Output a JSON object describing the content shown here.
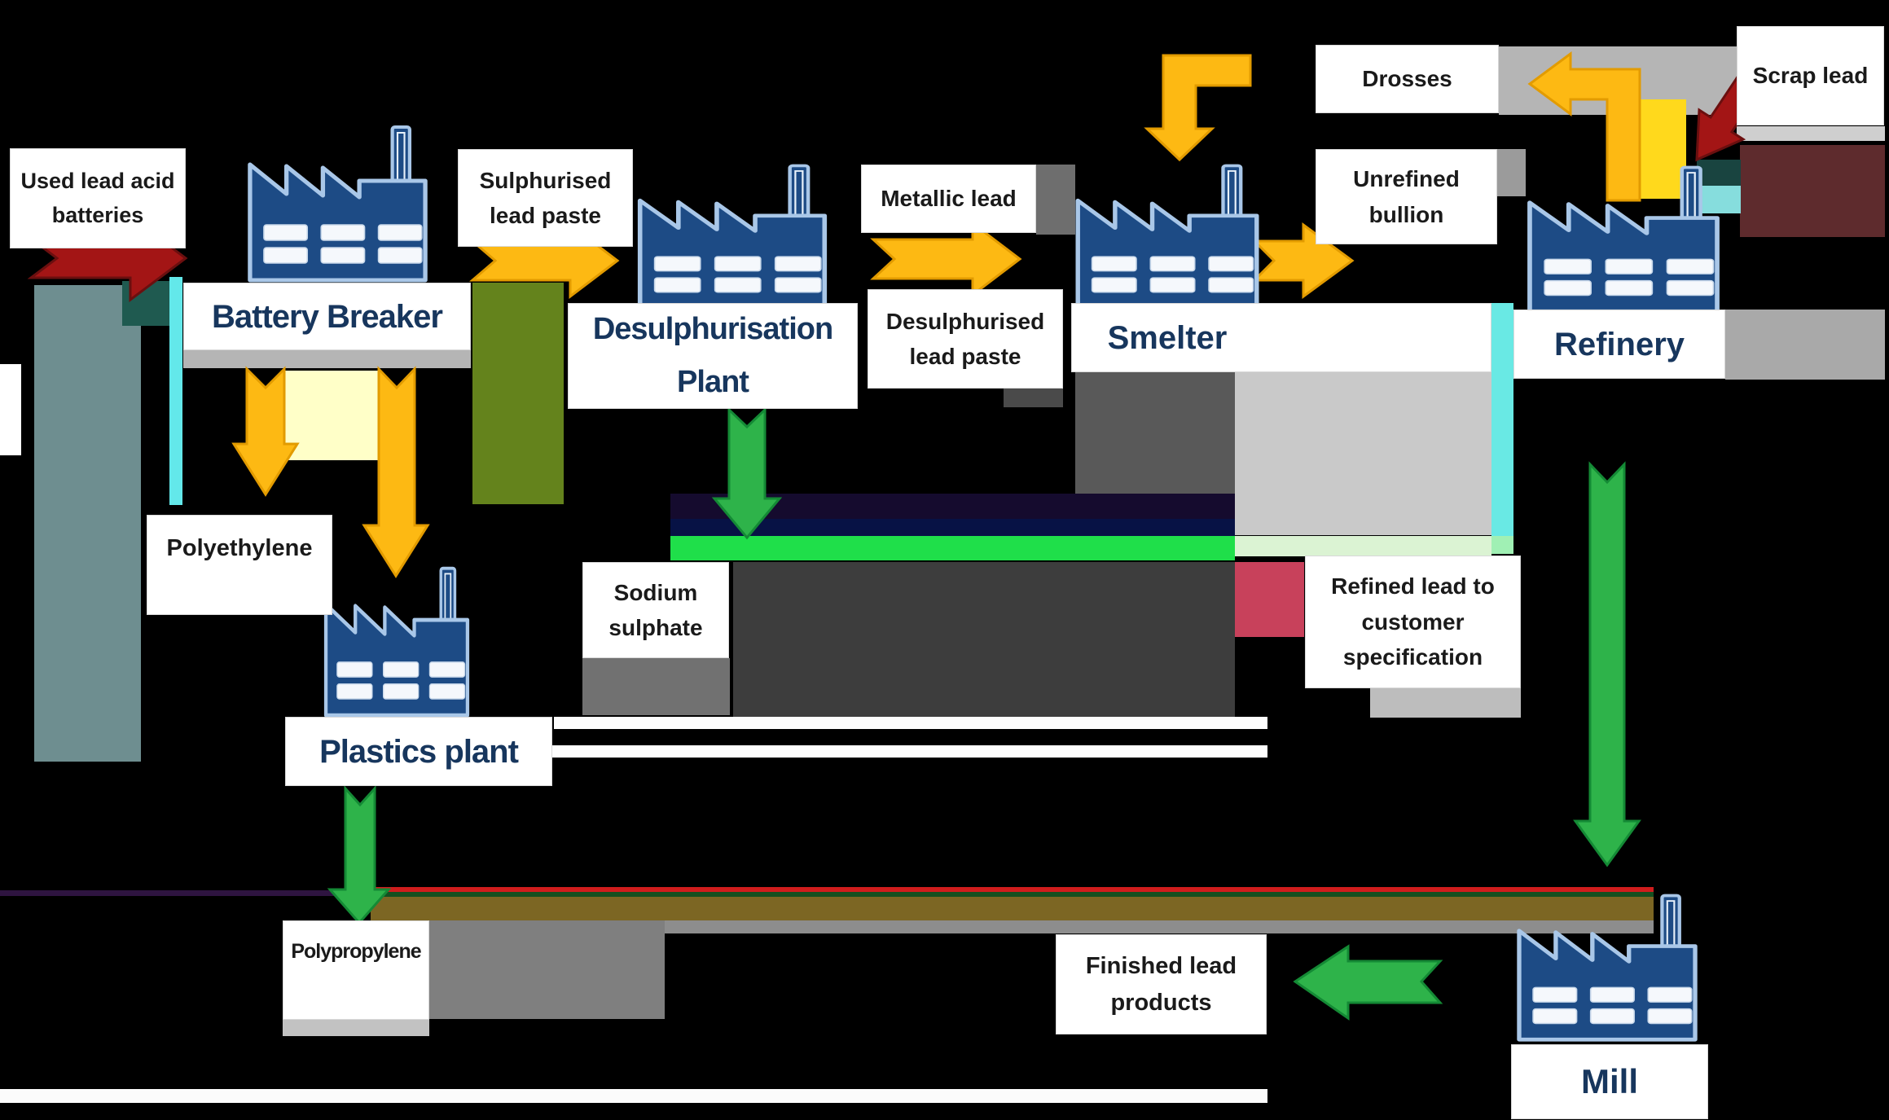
{
  "labels": {
    "used_batteries": "Used lead acid batteries",
    "battery_breaker": "Battery Breaker",
    "sulphurised_paste": "Sulphurised lead paste",
    "desulphurisation_plant": "Desulphurisation Plant",
    "metallic_lead": "Metallic lead",
    "desulphurised_paste": "Desulphurised lead paste",
    "smelter": "Smelter",
    "drosses": "Drosses",
    "unrefined_bullion": "Unrefined bullion",
    "refinery": "Refinery",
    "scrap_lead": "Scrap lead",
    "polyethylene": "Polyethylene",
    "plastics_plant": "Plastics plant",
    "sodium_sulphate": "Sodium sulphate",
    "refined_lead": "Refined lead to customer specification",
    "polypropylene": "Polypropylene",
    "finished_products": "Finished lead products",
    "mill": "Mill"
  },
  "flows": [
    {
      "from": "Used lead acid batteries",
      "to": "Battery Breaker",
      "color": "dark_red"
    },
    {
      "from": "Battery Breaker",
      "to": "Desulphurisation Plant",
      "label": "Sulphurised lead paste",
      "color": "yellow"
    },
    {
      "from": "Battery Breaker",
      "to": "Polyethylene",
      "color": "yellow"
    },
    {
      "from": "Battery Breaker",
      "to": "Plastics plant",
      "color": "yellow"
    },
    {
      "from": "Desulphurisation Plant",
      "to": "Smelter",
      "label": "Metallic lead / Desulphurised lead paste",
      "color": "yellow"
    },
    {
      "from": "Desulphurisation Plant",
      "to": "Sodium sulphate",
      "color": "green"
    },
    {
      "from": "Plastics plant",
      "to": "Polypropylene",
      "color": "green"
    },
    {
      "from": "Smelter",
      "to": "Refinery",
      "label": "Unrefined bullion",
      "color": "yellow"
    },
    {
      "from": "Refinery",
      "to": "Drosses",
      "color": "yellow"
    },
    {
      "from": "Drosses",
      "to": "Smelter",
      "color": "yellow"
    },
    {
      "from": "Scrap lead",
      "to": "Refinery",
      "color": "dark_red"
    },
    {
      "from": "Refinery",
      "to": "Mill",
      "label": "Refined lead to customer specification",
      "color": "green"
    },
    {
      "from": "Mill",
      "to": "Finished lead products",
      "color": "green"
    }
  ],
  "colors": {
    "background": "#000000",
    "box_background": "#ffffff",
    "navy_text": "#17365d",
    "black_text": "#1a1a1a",
    "factory_fill": "#1d4b85",
    "factory_outline": "#a9c7e8",
    "yellow_arrow": "#fdb913",
    "green_arrow": "#2eb34a",
    "dark_red_arrow": "#a31515"
  }
}
